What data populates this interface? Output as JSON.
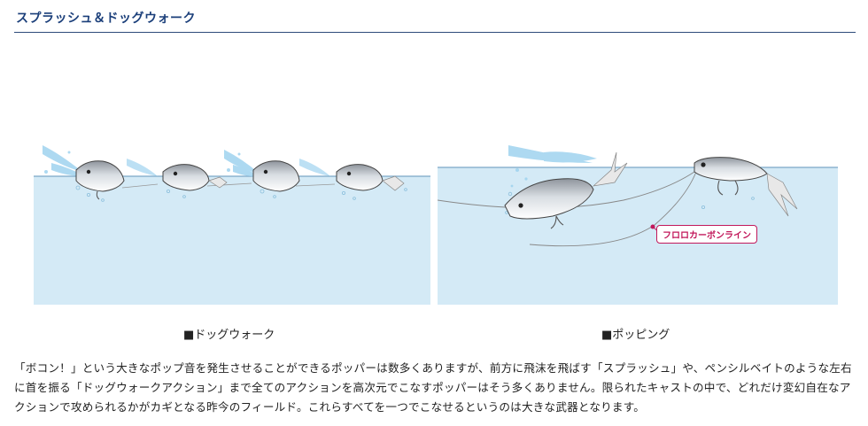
{
  "section": {
    "title": "スプラッシュ＆ドッグウォーク"
  },
  "panels": {
    "left": {
      "caption": "■ドッグウォーク"
    },
    "right": {
      "caption": "■ポッピング",
      "line_label": "フロロカーボンライン"
    }
  },
  "description": "「ボコン！」という大きなポップ音を発生させることができるポッパーは数多くありますが、前方に飛沫を飛ばす「スプラッシュ」や、ペンシルベイトのような左右に首を振る「ドッグウォークアクション」まで全てのアクションを高次元でこなすポッパーはそう多くありません。限られたキャストの中で、どれだけ変幻自在なアクションで攻められるかがカギとなる昨今のフィールド。これらすべてを一つでこなせるというのは大きな武器となります。",
  "colors": {
    "title": "#1b3f7a",
    "water": "#d4eaf6",
    "line_label": "#c2185b"
  }
}
